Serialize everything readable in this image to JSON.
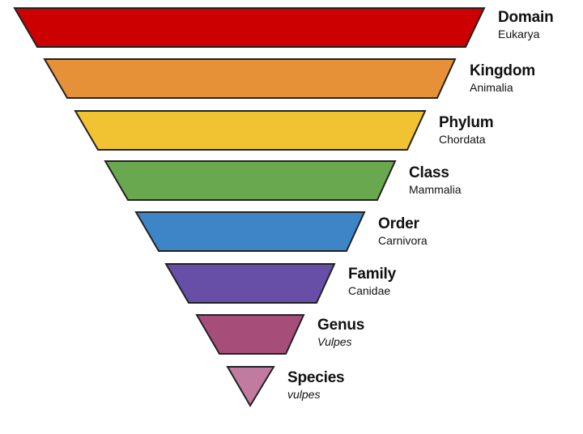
{
  "diagram": {
    "levels": [
      {
        "rank": "Domain",
        "taxon": "Eukarya",
        "italic": false,
        "color": "#cc0000"
      },
      {
        "rank": "Kingdom",
        "taxon": "Animalia",
        "italic": false,
        "color": "#e69138"
      },
      {
        "rank": "Phylum",
        "taxon": "Chordata",
        "italic": false,
        "color": "#f1c232"
      },
      {
        "rank": "Class",
        "taxon": "Mammalia",
        "italic": false,
        "color": "#6aa84f"
      },
      {
        "rank": "Order",
        "taxon": "Carnivora",
        "italic": false,
        "color": "#3d85c6"
      },
      {
        "rank": "Family",
        "taxon": "Canidae",
        "italic": false,
        "color": "#674ea7"
      },
      {
        "rank": "Genus",
        "taxon": "Vulpes",
        "italic": true,
        "color": "#a64d79"
      },
      {
        "rank": "Species",
        "taxon": "vulpes",
        "italic": true,
        "color": "#c27ba0"
      }
    ],
    "stroke_color": "#222222"
  }
}
